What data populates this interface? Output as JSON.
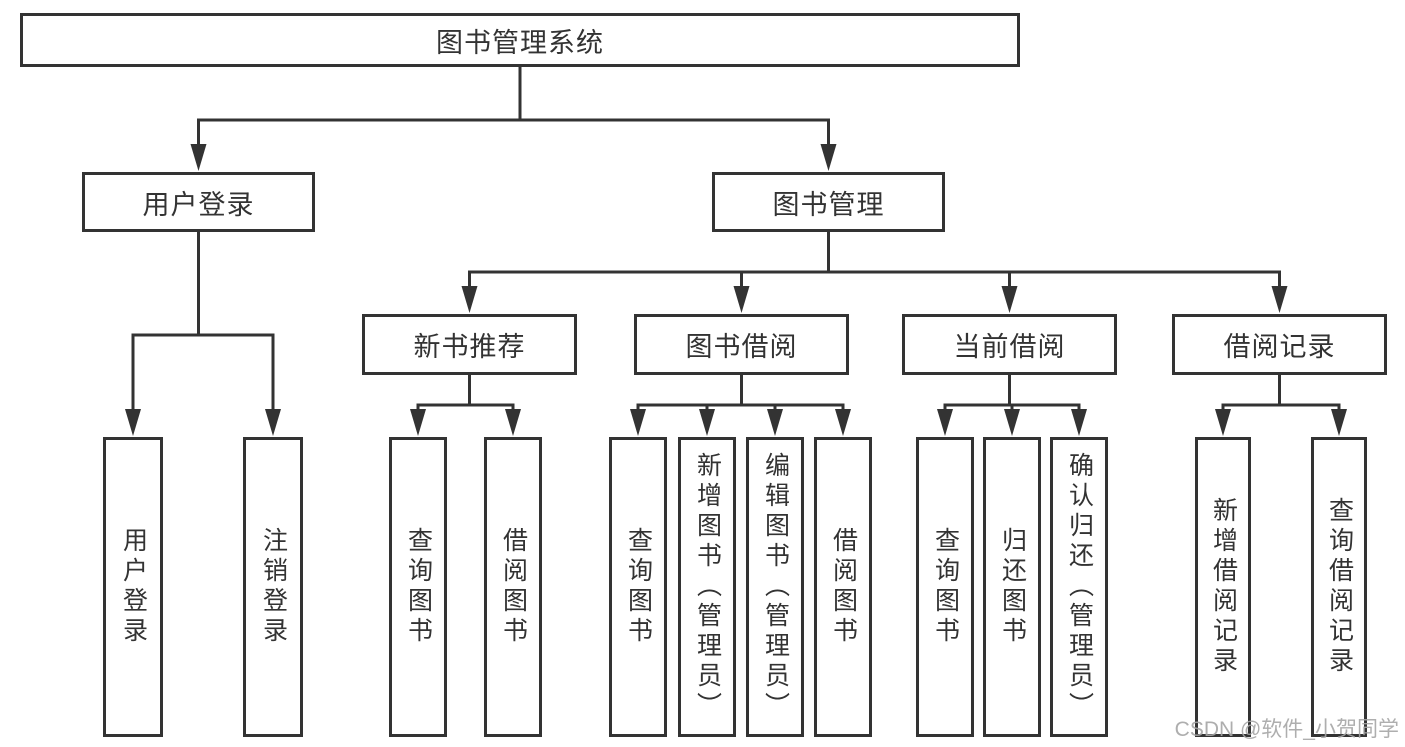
{
  "diagram": {
    "type": "hierarchy",
    "title": "图书管理系统"
  },
  "colors": {
    "line": "#333333",
    "box_border": "#333333",
    "box_fill": "#ffffff",
    "text": "#333333",
    "watermark": "#a5a5a5",
    "background": "#ffffff"
  },
  "tree": {
    "label": "图书管理系统",
    "children": [
      {
        "label": "用户登录",
        "children": [
          {
            "label": "用户登录"
          },
          {
            "label": "注销登录"
          }
        ]
      },
      {
        "label": "图书管理",
        "children": [
          {
            "label": "新书推荐",
            "children": [
              {
                "label": "查询图书"
              },
              {
                "label": "借阅图书"
              }
            ]
          },
          {
            "label": "图书借阅",
            "children": [
              {
                "label": "查询图书"
              },
              {
                "label": "新增图书（管理员）"
              },
              {
                "label": "编辑图书（管理员）"
              },
              {
                "label": "借阅图书"
              }
            ]
          },
          {
            "label": "当前借阅",
            "children": [
              {
                "label": "查询图书"
              },
              {
                "label": "归还图书"
              },
              {
                "label": "确认归还（管理员）"
              }
            ]
          },
          {
            "label": "借阅记录",
            "children": [
              {
                "label": "新增借阅记录"
              },
              {
                "label": "查询借阅记录"
              }
            ]
          }
        ]
      }
    ]
  },
  "watermark": {
    "text": "CSDN @软件_小贺同学"
  }
}
